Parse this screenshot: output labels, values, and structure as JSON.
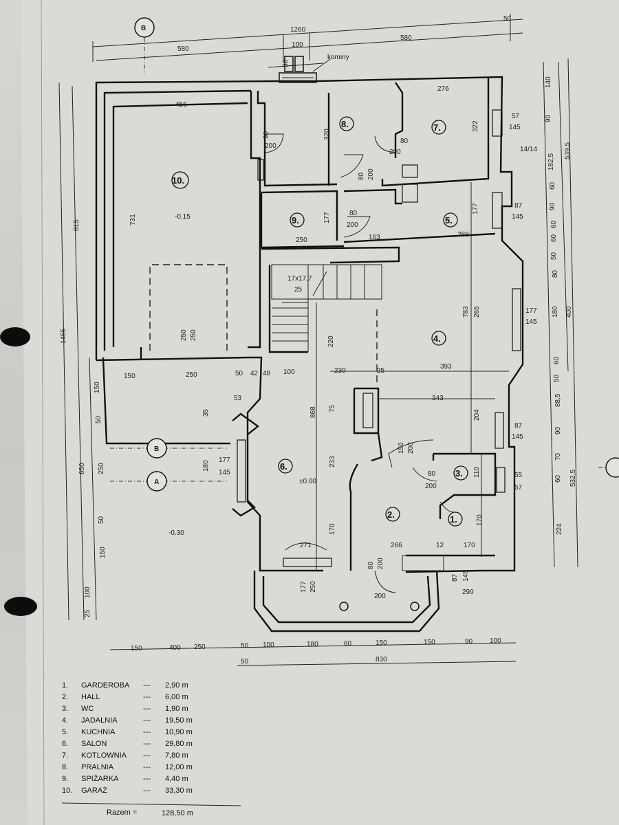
{
  "rooms": [
    {
      "no": "1.",
      "name": "GARDEROBA",
      "area": "2,90 m"
    },
    {
      "no": "2.",
      "name": "HALL",
      "area": "6,00 m"
    },
    {
      "no": "3.",
      "name": "WC",
      "area": "1,90 m"
    },
    {
      "no": "4.",
      "name": "JADALNIA",
      "area": "19,50 m"
    },
    {
      "no": "5.",
      "name": "KUCHNIA",
      "area": "10,90 m"
    },
    {
      "no": "6.",
      "name": "SALON",
      "area": "29,80 m"
    },
    {
      "no": "7.",
      "name": "KOTLOWNIA",
      "area": "7,80 m"
    },
    {
      "no": "8.",
      "name": "PRALNIA",
      "area": "12,00 m"
    },
    {
      "no": "9.",
      "name": "SPIŻARKA",
      "area": "4,40 m"
    },
    {
      "no": "10.",
      "name": "GARAŻ",
      "area": "33,30 m"
    }
  ],
  "legend_dash": "---",
  "total": {
    "label": "Razem =",
    "value": "128,50 m"
  },
  "room_markers": [
    "1.",
    "2.",
    "3.",
    "4.",
    "5.",
    "6.",
    "7.",
    "8.",
    "9.",
    "10."
  ],
  "section_markers": {
    "b_top": "B",
    "b_mid": "B",
    "a_mid": "A"
  },
  "annotations": {
    "kominy": "kominy",
    "level_garage": "-0.15",
    "level_salon": "±0.00",
    "level_terrace": "-0.30",
    "stairs": "17x17,7",
    "stairs_b": "25",
    "vent": "14/14"
  },
  "dims_top": {
    "overall": "1260",
    "d50": "50",
    "d580a": "580",
    "d580b": "580",
    "d100": "100",
    "d38": "38"
  },
  "dims_bottom": {
    "row1": [
      "150",
      "400",
      "250",
      "50",
      "100",
      "180",
      "60",
      "150",
      "150",
      "90",
      "100"
    ],
    "row2_a": "50",
    "row2_b": "830"
  },
  "dims_left": {
    "overall": "1465",
    "upper": "815",
    "lower": "650",
    "chain": [
      "150",
      "50",
      "250",
      "50",
      "150",
      "100",
      "25"
    ]
  },
  "dims_right": {
    "overall": "539,5",
    "d400": "400",
    "d532": "532,5",
    "chain": [
      "140",
      "90",
      "182,5",
      "60",
      "90",
      "60",
      "60",
      "50",
      "80",
      "180",
      "60",
      "50",
      "88,5",
      "90",
      "70",
      "60",
      "224"
    ]
  },
  "windows": {
    "w1": [
      "57",
      "145"
    ],
    "w2": [
      "87",
      "145"
    ],
    "w3": [
      "177",
      "145"
    ],
    "w4": [
      "87",
      "145"
    ],
    "w5": [
      "55",
      "57"
    ],
    "w6": [
      "177",
      "145"
    ],
    "w7": [
      "177",
      "250"
    ],
    "w8": [
      "87",
      "145"
    ],
    "w9": [
      "290"
    ]
  },
  "doors": {
    "d1": [
      "90",
      "200"
    ],
    "d2": [
      "80",
      "200"
    ],
    "d3": [
      "80",
      "200"
    ],
    "d4": [
      "80",
      "200"
    ],
    "d5": [
      "150",
      "200"
    ],
    "d6": [
      "80",
      "200"
    ],
    "d7": [
      "80",
      "200"
    ],
    "d8": [
      "200"
    ]
  },
  "interior_dims": {
    "garage_w": "456",
    "garage_h": "731",
    "kot_w": "276",
    "kot_h": "322",
    "pral_h": "320",
    "spiz_w": "250",
    "spiz_h": "177",
    "kuch_w": "163",
    "kuch_w2": "288",
    "kuch_h": "177",
    "jad_w": "393",
    "jad_w2": "343",
    "jad_h": "783",
    "jad_h2": "265",
    "jad_h3": "204",
    "salon_h": "868",
    "salon_h2": "233",
    "salon_h3": "220",
    "hall_w": "266",
    "hall_h": "170",
    "gar_w": "170",
    "gar_h": "170",
    "wc_h": "110",
    "gate": "250",
    "gate2": "250",
    "d42": "42",
    "d48": "48",
    "d100": "100",
    "d230": "230",
    "d250": "250",
    "d150": "150",
    "d12": "12",
    "d271": "271",
    "d53": "53",
    "d35": "35",
    "d180": "180",
    "d75": "75",
    "d25": "25",
    "d50": "50"
  }
}
